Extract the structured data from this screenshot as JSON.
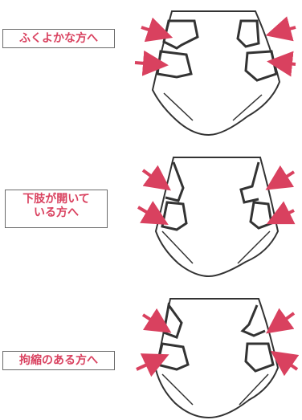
{
  "sections": [
    {
      "label": "ふくよかな方へ"
    },
    {
      "label": "下肢が開いて\nいる方へ"
    },
    {
      "label": "拘縮のある方へ"
    }
  ],
  "colors": {
    "arrow": "#d9415f",
    "label_text": "#d9415f",
    "outline": "#333333"
  },
  "icons": {
    "arrow": "arrow-icon",
    "diaper": "diaper-icon"
  }
}
